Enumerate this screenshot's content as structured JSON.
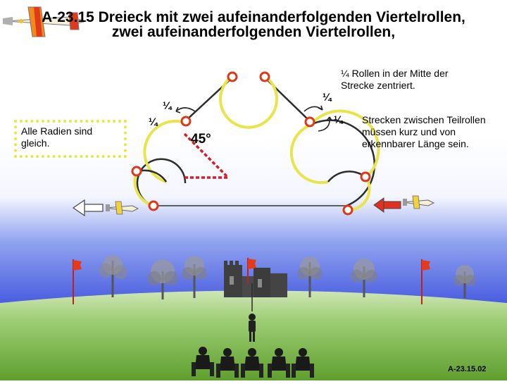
{
  "title": {
    "line1": "A-23.15 Dreieck mit zwei aufeinanderfolgenden Viertelrollen,",
    "line2": "zwei aufeinanderfolgenden Viertelrollen,"
  },
  "notes": {
    "radii": "Alle Radien sind gleich.",
    "rolls_centered": "¼ Rollen in der Mitte der Strecke zentriert.",
    "segments": "Strecken zwischen Teilrollen müssen kurz und von erkennbarer Länge sein."
  },
  "labels": {
    "quarter": "¼",
    "angle": "45°",
    "code": "A-23.15.02"
  },
  "colors": {
    "sky": "#4a5ee0",
    "ground": "#6fae3a",
    "path": "#2c2c2c",
    "loop": "#e8e44a",
    "marker": "#d93a1c",
    "angle_mark": "#d0202a",
    "entry_arrow": "#e03020",
    "exit_arrow": "#ffffff"
  },
  "icons": [
    "airplane-logo",
    "model-plane",
    "flag",
    "tree",
    "castle",
    "pilot",
    "spectator"
  ]
}
